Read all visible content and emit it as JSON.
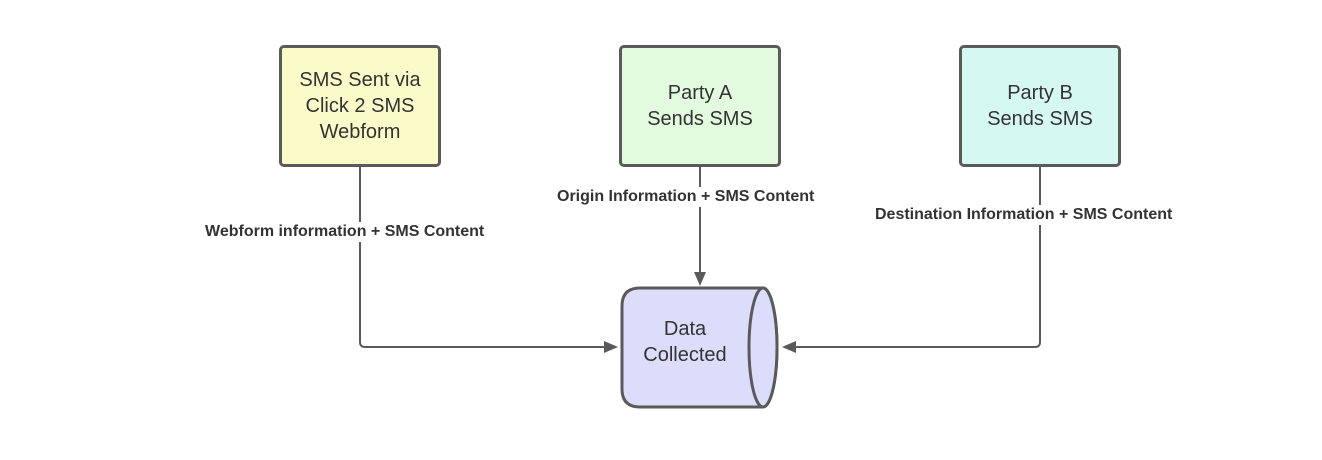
{
  "colors": {
    "stroke": "#5a5a5a",
    "text": "#333333",
    "webform_fill": "#fbfbc9",
    "party_a_fill": "#e2fbdf",
    "party_b_fill": "#d6f8f3",
    "data_store_fill": "#dcdcfb"
  },
  "nodes": {
    "webform": {
      "label": "SMS Sent via\nClick 2 SMS\nWebform"
    },
    "party_a": {
      "label": "Party A\nSends SMS"
    },
    "party_b": {
      "label": "Party B\nSends SMS"
    },
    "data_store": {
      "label": "Data\nCollected"
    }
  },
  "edges": {
    "webform_to_store": {
      "label": "Webform information + SMS Content"
    },
    "party_a_to_store": {
      "label": "Origin Information + SMS Content"
    },
    "party_b_to_store": {
      "label": "Destination Information + SMS Content"
    }
  }
}
